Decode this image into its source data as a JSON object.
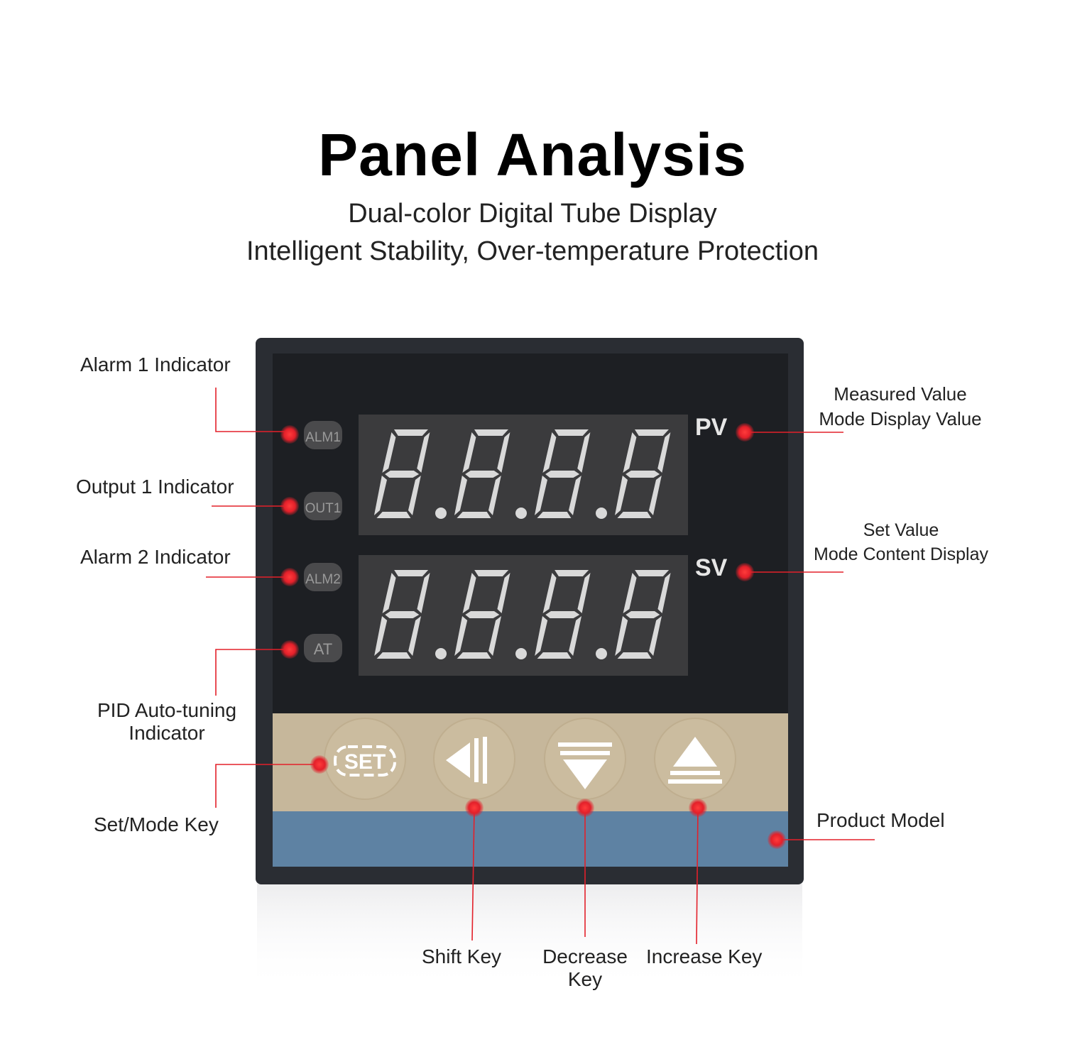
{
  "header": {
    "title": "Panel Analysis",
    "subtitle_line1": "Dual-color Digital Tube Display",
    "subtitle_line2": "Intelligent Stability, Over-temperature Protection"
  },
  "panel": {
    "indicators": [
      "ALM1",
      "OUT1",
      "ALM2",
      "AT"
    ],
    "pv_tag": "PV",
    "sv_tag": "SV",
    "display_digits": "8.8.8.8",
    "set_key_text": "SET",
    "colors": {
      "bezel": "#2a2d33",
      "face": "#1d1f23",
      "display": "#3b3b3d",
      "segment": "#d9d9d9",
      "keypad": "#c6b79b",
      "model_strip": "#5e82a3",
      "callout": "#e3202a"
    }
  },
  "callouts": {
    "alarm1": "Alarm 1 Indicator",
    "output1": "Output 1 Indicator",
    "alarm2": "Alarm 2 Indicator",
    "pid_line1": "PID Auto-tuning",
    "pid_line2": "Indicator",
    "set_mode": "Set/Mode Key",
    "pv_line1": "Measured Value",
    "pv_line2": "Mode Display Value",
    "sv_line1": "Set Value",
    "sv_line2": "Mode Content Display",
    "product_model": "Product Model",
    "shift": "Shift Key",
    "decrease_line1": "Decrease",
    "decrease_line2": "Key",
    "increase": "Increase Key"
  }
}
